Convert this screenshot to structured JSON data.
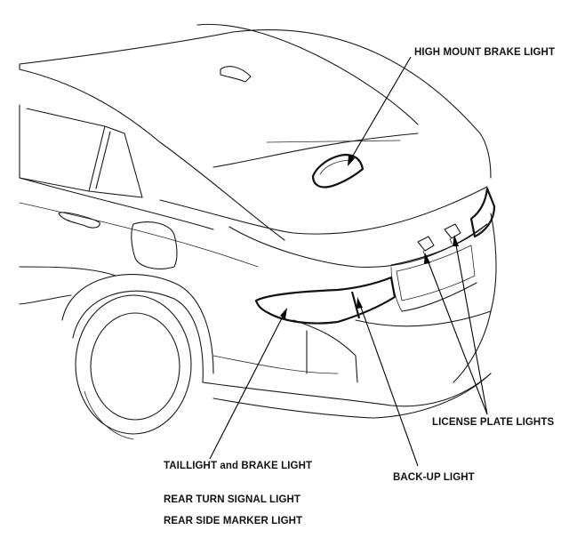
{
  "labels": {
    "high_mount_brake_light": "HIGH MOUNT BRAKE LIGHT",
    "license_plate_lights": "LICENSE PLATE LIGHTS",
    "taillight_and_brake_light": "TAILLIGHT and BRAKE LIGHT",
    "back_up_light": "BACK-UP LIGHT",
    "rear_turn_signal_light": "REAR TURN SIGNAL LIGHT",
    "rear_side_marker_light": "REAR SIDE MARKER LIGHT"
  }
}
